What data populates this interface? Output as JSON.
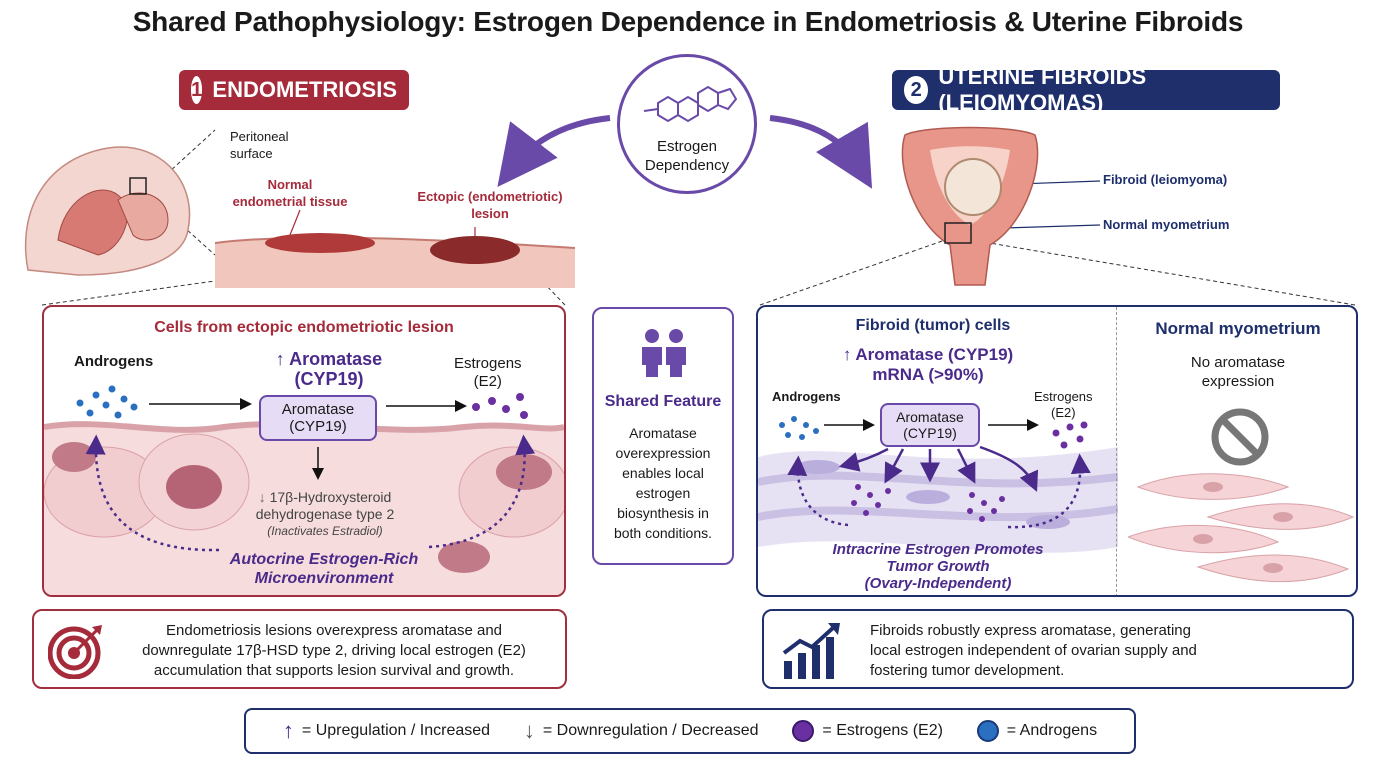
{
  "title": "Shared Pathophysiology: Estrogen Dependence in Endometriosis & Uterine Fibroids",
  "center": {
    "label_line1": "Estrogen",
    "label_line2": "Dependency",
    "shared_title": "Shared Feature",
    "shared_text": [
      "Aromatase",
      "overexpression",
      "enables local",
      "estrogen",
      "biosynthesis in",
      "both conditions."
    ]
  },
  "endometriosis": {
    "number": "1",
    "header": "ENDOMETRIOSIS",
    "header_color": "#a52a3a",
    "peritoneal_label": [
      "Peritoneal",
      "surface"
    ],
    "normal_tissue_label": [
      "Normal",
      "endometrial tissue"
    ],
    "ectopic_label": [
      "Ectopic (endometriotic)",
      "lesion"
    ],
    "panel_title": "Cells from ectopic endometriotic lesion",
    "androgens": "Androgens",
    "aromatase_up": [
      "Aromatase",
      "(CYP19)"
    ],
    "enzyme": [
      "Aromatase",
      "(CYP19)"
    ],
    "estrogens": [
      "Estrogens",
      "(E2)"
    ],
    "hsd": [
      "17β-Hydroxysteroid",
      "dehydrogenase type 2"
    ],
    "hsd_note": "(Inactivates Estradiol)",
    "micro": [
      "Autocrine Estrogen-Rich",
      "Microenvironment"
    ],
    "summary": [
      "Endometriosis lesions overexpress aromatase and",
      "downregulate 17β-HSD type 2, driving local estrogen (E2)",
      "accumulation that supports lesion survival and growth."
    ]
  },
  "fibroids": {
    "number": "2",
    "header": "UTERINE FIBROIDS (LEIOMYOMAS)",
    "header_color": "#1e2f6c",
    "fibroid_label": "Fibroid (leiomyoma)",
    "myometrium_label": "Normal myometrium",
    "panel_title": "Fibroid (tumor) cells",
    "aromatase_up": [
      "Aromatase (CYP19)",
      "mRNA (>90%)"
    ],
    "androgens": "Androgens",
    "enzyme": [
      "Aromatase",
      "(CYP19)"
    ],
    "estrogens": [
      "Estrogens",
      "(E2)"
    ],
    "intracrine": [
      "Intracrine Estrogen Promotes",
      "Tumor Growth",
      "(Ovary-Independent)"
    ],
    "normal_title": "Normal myometrium",
    "normal_text": [
      "No aromatase",
      "expression"
    ],
    "summary": [
      "Fibroids robustly express aromatase, generating",
      "local estrogen independent of ovarian supply and",
      "fostering tumor development."
    ]
  },
  "legend": {
    "up": "= Upregulation / Increased",
    "down": "= Downregulation / Decreased",
    "estrogens": "= Estrogens (E2)",
    "androgens": "= Androgens"
  },
  "colors": {
    "estrogen": "#6a2fa0",
    "androgen": "#2a6fc0",
    "red": "#a52a3a",
    "navy": "#1e2f6c"
  }
}
